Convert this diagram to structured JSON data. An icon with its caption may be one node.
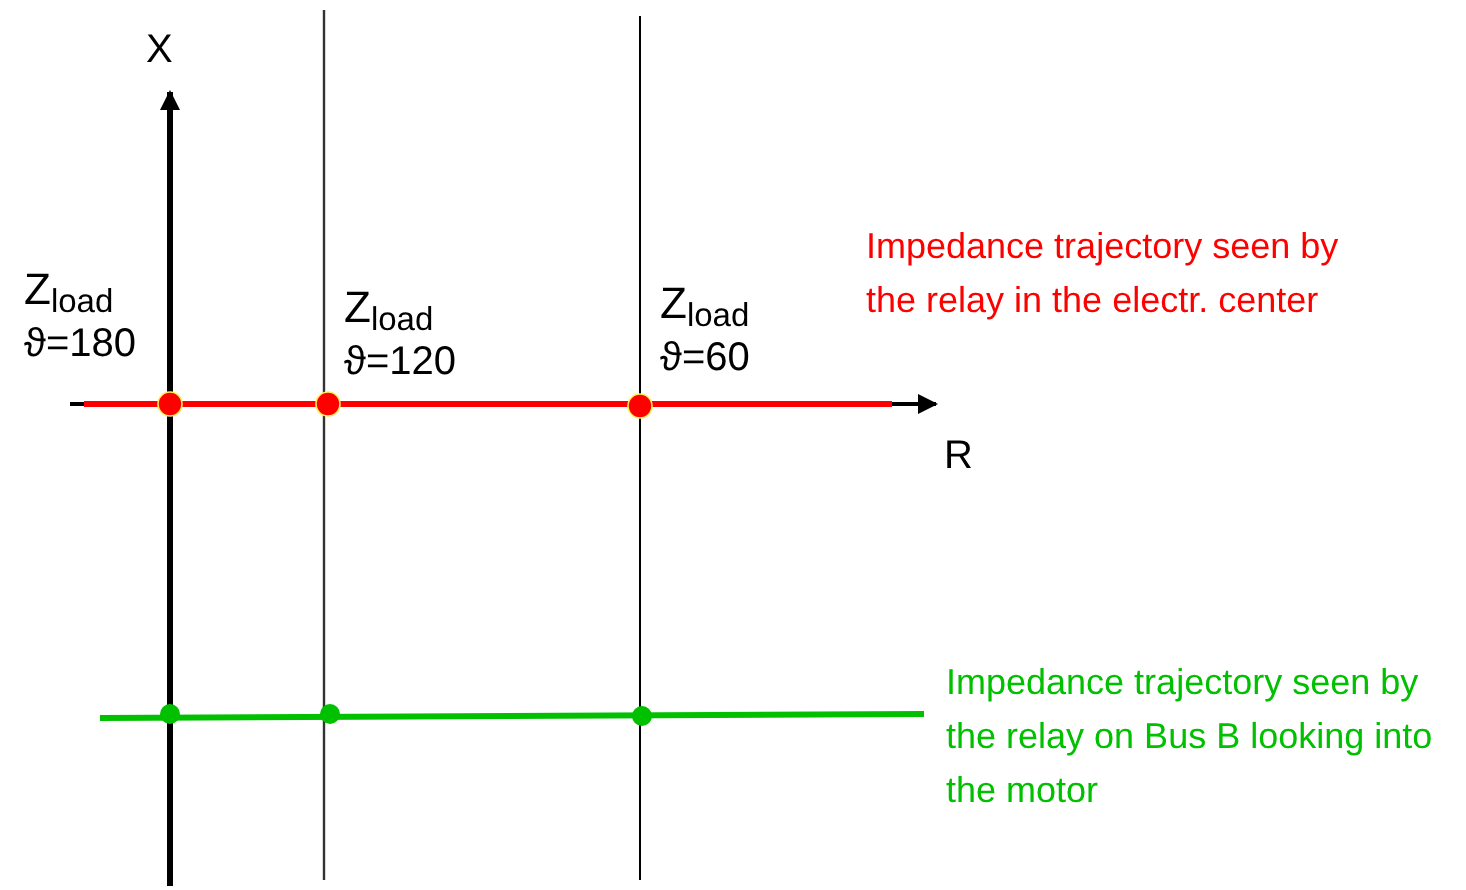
{
  "diagram": {
    "labels": [
      "X",
      "Z$_{load}$",
      "ϑ=180",
      "Z$_{load}$",
      "ϑ=120",
      "Z$_{load}$",
      "ϑ=60",
      "Impedance trajectory seen by the relay in the electr. center",
      "R",
      "Impedance trajectory seen by the relay on Bus B looking into the motor"
    ]
  }
}
